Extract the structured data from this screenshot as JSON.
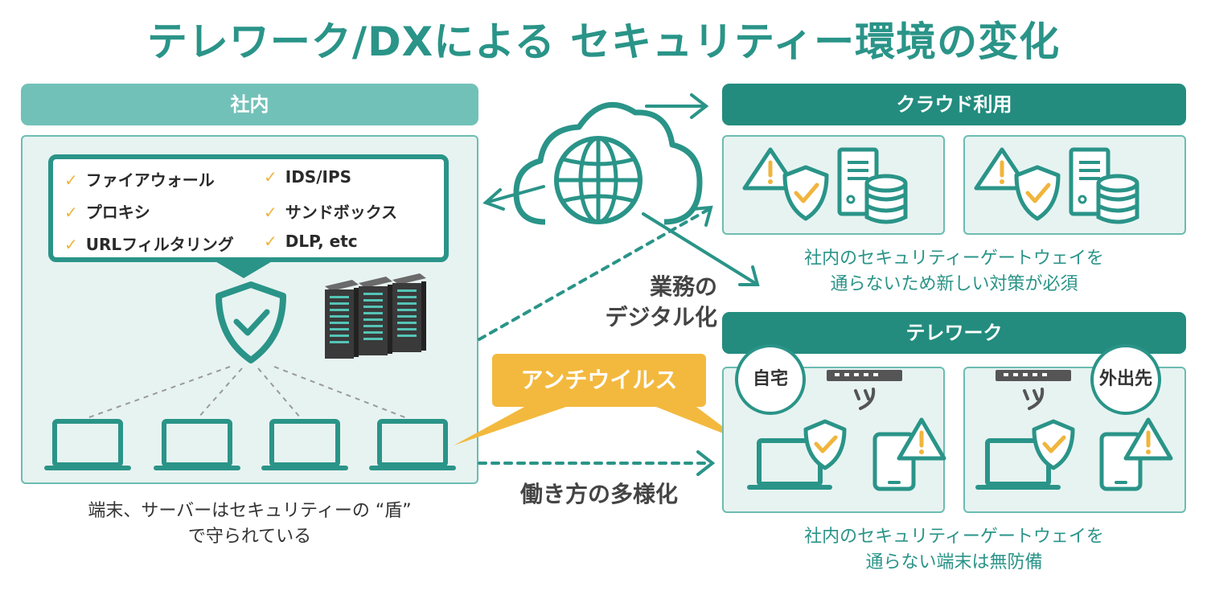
{
  "title": "テレワーク/DXによる セキュリティー環境の変化",
  "office": {
    "header": "社内",
    "checklist": [
      "ファイアウォール",
      "IDS/IPS",
      "プロキシ",
      "サンドボックス",
      "URLフィルタリング",
      "DLP, etc"
    ],
    "caption_line1": "端末、サーバーはセキュリティーの “盾”",
    "caption_line2": "で守られている"
  },
  "cloud": {
    "header": "クラウド利用",
    "caption_line1": "社内のセキュリティーゲートウェイを",
    "caption_line2": "通らないため新しい対策が必須"
  },
  "telework": {
    "header": "テレワーク",
    "home_label": "自宅",
    "outside_label": "外出先",
    "caption_line1": "社内のセキュリティーゲートウェイを",
    "caption_line2": "通らない端末は無防備"
  },
  "labels": {
    "digitalization_line1": "業務の",
    "digitalization_line2": "デジタル化",
    "workstyle": "働き方の多様化",
    "antivirus": "アンチウイルス"
  },
  "colors": {
    "teal": "#2a9488",
    "teal_light": "#72c1b8",
    "panel_bg": "#e7f3f1",
    "warning": "#f0b53c",
    "antivirus": "#f3b93e"
  }
}
